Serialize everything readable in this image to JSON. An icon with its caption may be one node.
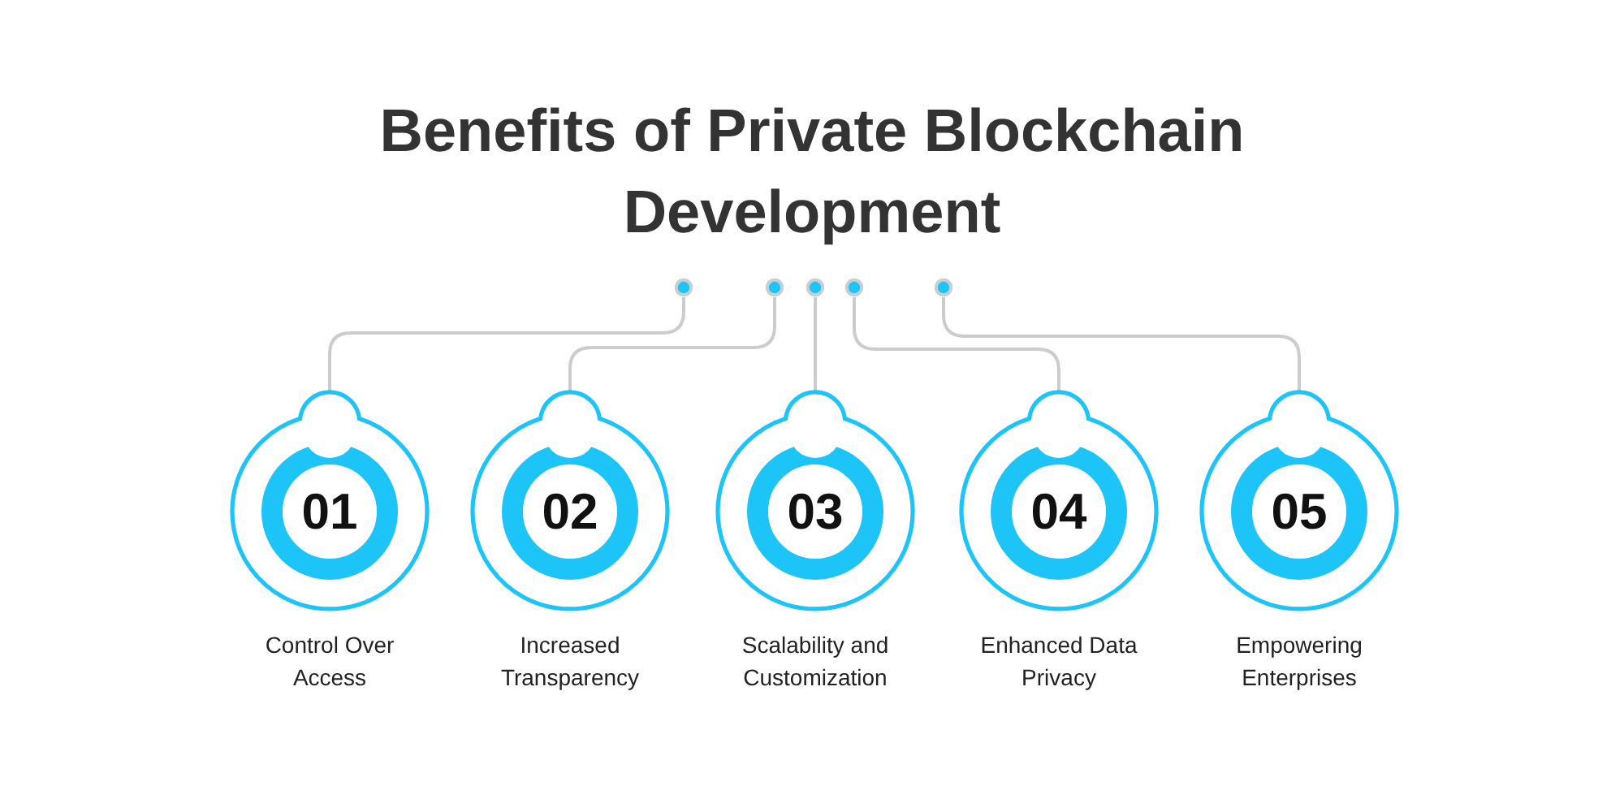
{
  "diagram": {
    "title": "Benefits of Private Blockchain Development",
    "nodes": [
      {
        "text": [],
        "shape": "circle"
      },
      {
        "text": [],
        "shape": "circle"
      },
      {
        "text": [],
        "shape": "circle"
      },
      {
        "text": [],
        "shape": "circle"
      },
      {
        "text": [],
        "shape": "circle"
      },
      {
        "text": [
          "01"
        ],
        "beside": [
          "Control Over Access"
        ]
      },
      {
        "text": [
          "02"
        ],
        "beside": [
          "Increased Transparency"
        ]
      },
      {
        "text": [
          "03"
        ],
        "beside": [
          "Scalability and Customization"
        ]
      },
      {
        "text": [
          "04"
        ],
        "beside": [
          "Enhanced Data Privacy"
        ]
      },
      {
        "text": [
          "05"
        ],
        "beside": [
          "Empowering Enterprises"
        ]
      }
    ],
    "edges": [
      {
        "from": 0,
        "to": 5,
        "arrow": "none"
      },
      {
        "from": 1,
        "to": 6,
        "arrow": "none"
      },
      {
        "from": 2,
        "to": 7,
        "arrow": "none"
      },
      {
        "from": 3,
        "to": 8,
        "arrow": "none"
      },
      {
        "from": 4,
        "to": 9,
        "arrow": "none"
      }
    ]
  }
}
